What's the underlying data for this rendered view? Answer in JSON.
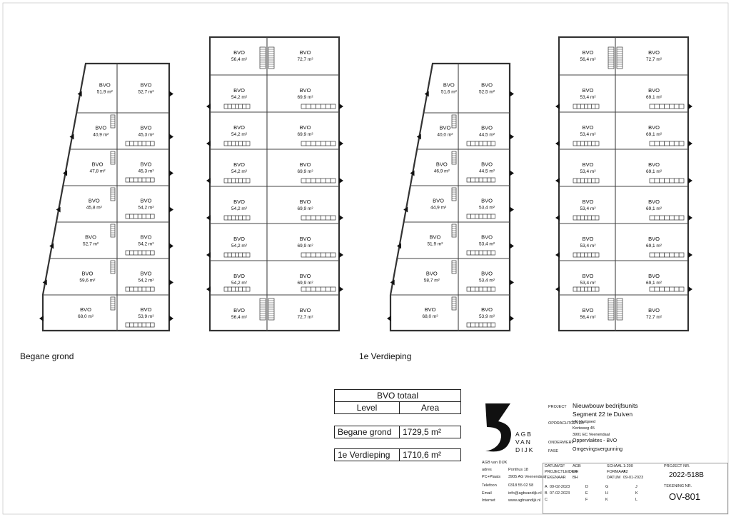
{
  "plans": {
    "begane_grond": {
      "caption": "Begane grond",
      "left_units": [
        {
          "label": "BVO",
          "area": "51,9 m²"
        },
        {
          "label": "BVO",
          "area": "40,9 m²"
        },
        {
          "label": "BVO",
          "area": "47,8 m²"
        },
        {
          "label": "BVO",
          "area": "45,8 m²"
        },
        {
          "label": "BVO",
          "area": "52,7 m²"
        },
        {
          "label": "BVO",
          "area": "59,6 m²"
        },
        {
          "label": "BVO",
          "area": "68,0 m²"
        }
      ],
      "right_units": [
        {
          "label": "BVO",
          "area": "52,7 m²"
        },
        {
          "label": "BVO",
          "area": "45,3 m²"
        },
        {
          "label": "BVO",
          "area": "45,3 m²"
        },
        {
          "label": "BVO",
          "area": "54,2 m²"
        },
        {
          "label": "BVO",
          "area": "54,2 m²"
        },
        {
          "label": "BVO",
          "area": "54,2 m²"
        },
        {
          "label": "BVO",
          "area": "53,9 m²"
        }
      ],
      "rect_left_units": [
        {
          "label": "BVO",
          "area": "56,4 m²"
        },
        {
          "label": "BVO",
          "area": "54,2 m²"
        },
        {
          "label": "BVO",
          "area": "54,2 m²"
        },
        {
          "label": "BVO",
          "area": "54,2 m²"
        },
        {
          "label": "BVO",
          "area": "54,2 m²"
        },
        {
          "label": "BVO",
          "area": "54,2 m²"
        },
        {
          "label": "BVO",
          "area": "54,2 m²"
        },
        {
          "label": "BVO",
          "area": "56,4 m²"
        }
      ],
      "rect_right_units": [
        {
          "label": "BVO",
          "area": "72,7 m²"
        },
        {
          "label": "BVO",
          "area": "69,9 m²"
        },
        {
          "label": "BVO",
          "area": "69,9 m²"
        },
        {
          "label": "BVO",
          "area": "69,9 m²"
        },
        {
          "label": "BVO",
          "area": "69,9 m²"
        },
        {
          "label": "BVO",
          "area": "69,9 m²"
        },
        {
          "label": "BVO",
          "area": "69,9 m²"
        },
        {
          "label": "BVO",
          "area": "72,7 m²"
        }
      ]
    },
    "verdieping": {
      "caption": "1e Verdieping",
      "left_units": [
        {
          "label": "BVO",
          "area": "51,6 m²"
        },
        {
          "label": "BVO",
          "area": "40,0 m²"
        },
        {
          "label": "BVO",
          "area": "46,9 m²"
        },
        {
          "label": "BVO",
          "area": "44,9 m²"
        },
        {
          "label": "BVO",
          "area": "51,9 m²"
        },
        {
          "label": "BVO",
          "area": "58,7 m²"
        },
        {
          "label": "BVO",
          "area": "68,0 m²"
        }
      ],
      "right_units": [
        {
          "label": "BVO",
          "area": "52,5 m²"
        },
        {
          "label": "BVO",
          "area": "44,5 m²"
        },
        {
          "label": "BVO",
          "area": "44,5 m²"
        },
        {
          "label": "BVO",
          "area": "53,4 m²"
        },
        {
          "label": "BVO",
          "area": "53,4 m²"
        },
        {
          "label": "BVO",
          "area": "53,4 m²"
        },
        {
          "label": "BVO",
          "area": "53,9 m²"
        }
      ],
      "rect_left_units": [
        {
          "label": "BVO",
          "area": "56,4 m²"
        },
        {
          "label": "BVO",
          "area": "53,4 m²"
        },
        {
          "label": "BVO",
          "area": "53,4 m²"
        },
        {
          "label": "BVO",
          "area": "53,4 m²"
        },
        {
          "label": "BVO",
          "area": "53,4 m²"
        },
        {
          "label": "BVO",
          "area": "53,4 m²"
        },
        {
          "label": "BVO",
          "area": "53,4 m²"
        },
        {
          "label": "BVO",
          "area": "56,4 m²"
        }
      ],
      "rect_right_units": [
        {
          "label": "BVO",
          "area": "72,7 m²"
        },
        {
          "label": "BVO",
          "area": "69,1 m²"
        },
        {
          "label": "BVO",
          "area": "69,1 m²"
        },
        {
          "label": "BVO",
          "area": "69,1 m²"
        },
        {
          "label": "BVO",
          "area": "69,1 m²"
        },
        {
          "label": "BVO",
          "area": "69,1 m²"
        },
        {
          "label": "BVO",
          "area": "69,1 m²"
        },
        {
          "label": "BVO",
          "area": "72,7 m²"
        }
      ]
    }
  },
  "totals": {
    "title": "BVO totaal",
    "header_level": "Level",
    "header_area": "Area",
    "rows": [
      {
        "level": "Begane grond",
        "area": "1729,5 m²"
      },
      {
        "level": "1e Verdieping",
        "area": "1710,6 m²"
      }
    ]
  },
  "title_block": {
    "logo_text": "AGB VAN DIJK",
    "office_name": "AGB van DIJK",
    "office_address_label": "adres",
    "office_address": "Ponthus 18",
    "office_postal_label": "PC+Plaats",
    "office_postal": "3905 AG Veenendaal",
    "office_phone_label": "Telefoon",
    "office_phone": "0318 55 02 58",
    "office_email_label": "Email",
    "office_email": "info@agbvandijk.nl",
    "office_web_label": "Internet",
    "office_web": "www.agbvandijk.nl",
    "project_label": "PROJECT",
    "project_line1": "Nieuwbouw bedrijfsunits",
    "project_line2": "Segment 22 te Duiven",
    "client_label": "OPDRACHTGEVER",
    "client_name": "HK Vastgoed",
    "client_street": "Korteweg 45",
    "client_city": "3901 EC Veenendaal",
    "subject_label": "ONDERWERP",
    "subject": "Oppervlaktes - BVO",
    "phase_label": "FASE",
    "phase": "Omgevingsvergunning",
    "datum_label": "DATUM/GF",
    "datum_value": "AGB",
    "projectleider_label": "PROJECTLEIDER",
    "projectleider_value": "GH",
    "tekenaar_label": "TEKENAAR",
    "tekenaar_value": "BH",
    "schaal_label": "SCHAAL",
    "schaal_value": "1:200",
    "formaat_label": "FORMAAT",
    "formaat_value": "A2",
    "datum2_label": "DATUM",
    "datum2_value": "09-01-2023",
    "projectnr_label": "PROJECT NR.",
    "projectnr": "2022-518B",
    "tekeningnr_label": "TEKENING NR.",
    "tekeningnr": "OV-801",
    "revisions": [
      {
        "letter": "A",
        "date": "09-02-2023"
      },
      {
        "letter": "B",
        "date": "07-02-2023"
      },
      {
        "letter": "C",
        "date": ""
      }
    ],
    "rev_letters_mid": [
      "D",
      "E",
      "F"
    ],
    "rev_letters_mid2": [
      "G",
      "H",
      "K"
    ],
    "rev_letters_right": [
      "J",
      "K",
      "L"
    ]
  }
}
